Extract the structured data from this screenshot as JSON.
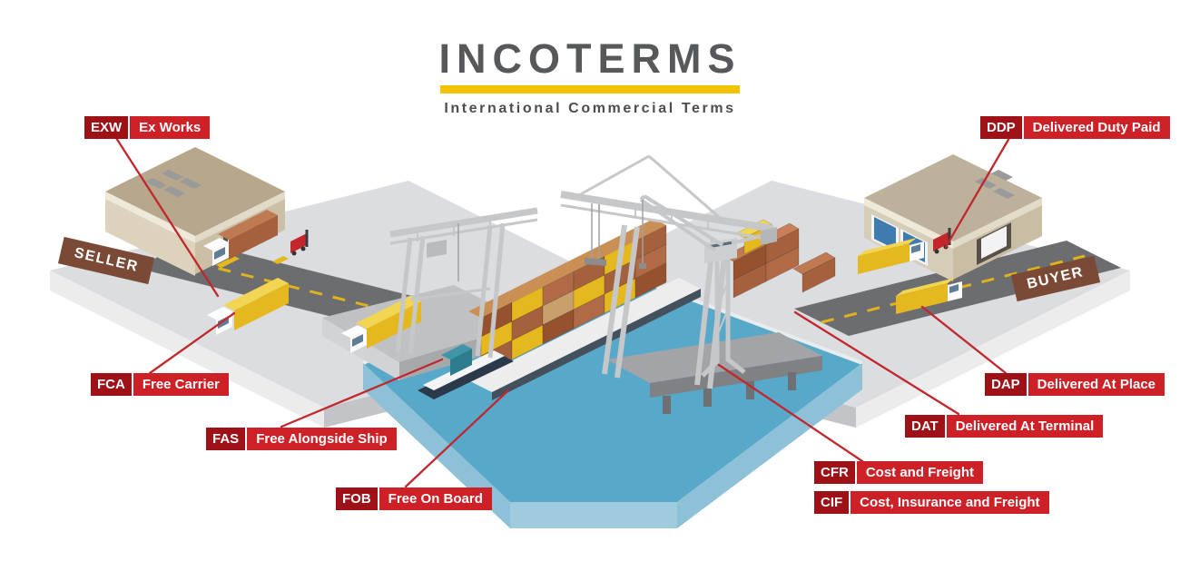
{
  "title": "INCOTERMS",
  "subtitle": "International Commercial Terms",
  "roles": {
    "seller": "SELLER",
    "buyer": "BUYER"
  },
  "terms": [
    {
      "code": "EXW",
      "name": "Ex Works"
    },
    {
      "code": "FCA",
      "name": "Free Carrier"
    },
    {
      "code": "FAS",
      "name": "Free Alongside Ship"
    },
    {
      "code": "FOB",
      "name": "Free On Board"
    },
    {
      "code": "CFR",
      "name": "Cost and Freight"
    },
    {
      "code": "CIF",
      "name": "Cost, Insurance and Freight"
    },
    {
      "code": "DAT",
      "name": "Delivered At Terminal"
    },
    {
      "code": "DAP",
      "name": "Delivered At Place"
    },
    {
      "code": "DDP",
      "name": "Delivered Duty Paid"
    }
  ],
  "colors": {
    "accent_red": "#c1272d",
    "badge_code_bg": "#9e1116",
    "badge_name_bg": "#ce2127",
    "underline_yellow": "#f2c100",
    "ribbon_brown": "#7b4a37",
    "water_blue": "#58a8c9",
    "water_edge_blue": "#8dc1d7",
    "land_gray": "#dcdde0",
    "road_gray": "#6b6d70",
    "crane_gray": "#c5c7c9",
    "container_yellow": "#e4b81e",
    "container_rust": "#a5603e"
  }
}
